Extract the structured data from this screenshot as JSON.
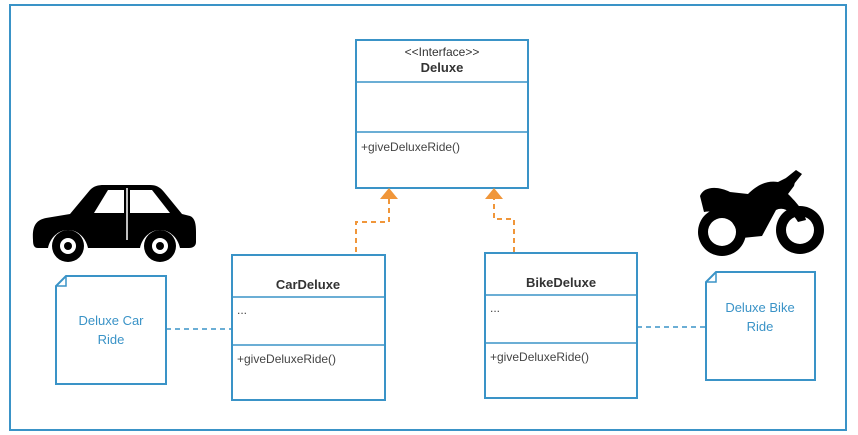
{
  "interface": {
    "stereotype": "<<Interface>>",
    "name": "Deluxe",
    "method": "+giveDeluxeRide()"
  },
  "car_class": {
    "name": "CarDeluxe",
    "attributes": "...",
    "method": "+giveDeluxeRide()"
  },
  "bike_class": {
    "name": "BikeDeluxe",
    "attributes": "...",
    "method": "+giveDeluxeRide()"
  },
  "car_note": {
    "line1": "Deluxe Car",
    "line2": "Ride"
  },
  "bike_note": {
    "line1": "Deluxe Bike",
    "line2": "Ride"
  },
  "icons": {
    "car": "car-icon",
    "bike": "motorcycle-icon"
  },
  "colors": {
    "frame": "#3a93c7",
    "realization": "#f0963a",
    "note_text": "#3a93c7"
  }
}
